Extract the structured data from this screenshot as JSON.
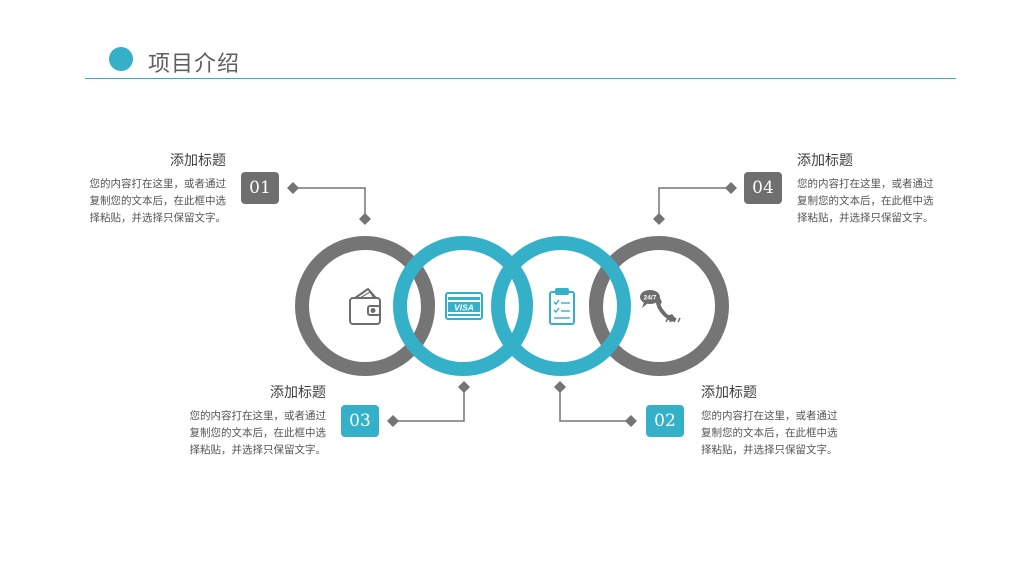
{
  "header": {
    "title": "项目介绍"
  },
  "colors": {
    "accent": "#35b0c9",
    "gray": "#757575",
    "text": "#555555"
  },
  "items": [
    {
      "number": "01",
      "title": "添加标题",
      "lines": [
        "您的内容打在这里，或者通过",
        "复制您的文本后，在此框中选",
        "择粘贴，并选择只保留文字。"
      ],
      "color": "gray",
      "icon": "wallet-icon"
    },
    {
      "number": "02",
      "title": "添加标题",
      "lines": [
        "您的内容打在这里，或者通过",
        "复制您的文本后，在此框中选",
        "择粘贴，并选择只保留文字。"
      ],
      "color": "blue",
      "icon": "clipboard-icon"
    },
    {
      "number": "03",
      "title": "添加标题",
      "lines": [
        "您的内容打在这里，或者通过",
        "复制您的文本后，在此框中选",
        "择粘贴，并选择只保留文字。"
      ],
      "color": "blue",
      "icon": "credit-card-icon"
    },
    {
      "number": "04",
      "title": "添加标题",
      "lines": [
        "您的内容打在这里，或者通过",
        "复制您的文本后，在此框中选",
        "择粘贴，并选择只保留文字。"
      ],
      "color": "gray",
      "icon": "phone-24-7-icon"
    }
  ],
  "icon_labels": {
    "card_text": "VISA",
    "service_text": "24/7"
  }
}
